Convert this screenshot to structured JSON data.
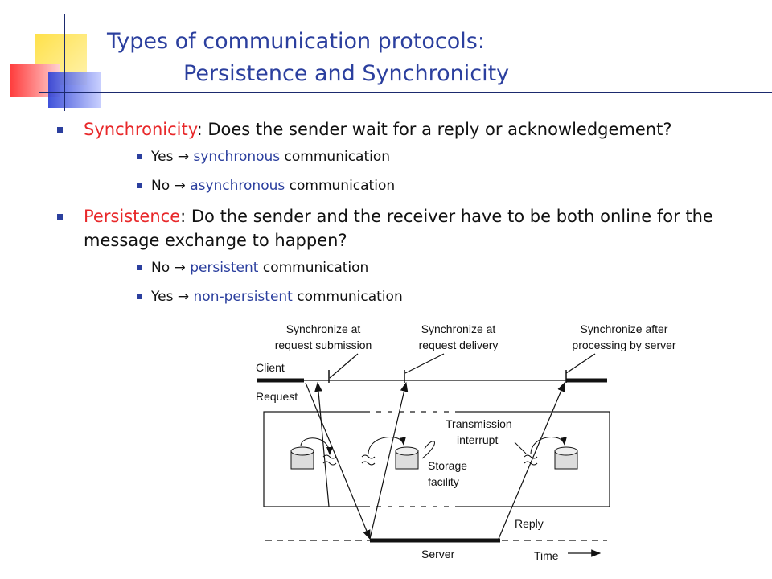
{
  "title": {
    "line1": "Types of communication protocols:",
    "line2": "Persistence and Synchronicity"
  },
  "bullets": {
    "sync": {
      "term": "Synchronicity",
      "rest": ": Does the sender wait for a reply or acknowledgement?",
      "items": [
        {
          "lead": "Yes ",
          "arrow": "→",
          "term": "synchronous",
          "tail": " communication"
        },
        {
          "lead": "No ",
          "arrow": "→",
          "term": "asynchronous",
          "tail": " communication"
        }
      ]
    },
    "persist": {
      "term": "Persistence",
      "rest": ": Do the sender and the receiver have to be both online for the message exchange to happen?",
      "items": [
        {
          "lead": "No ",
          "arrow": "→",
          "term": "persistent",
          "tail": " communication"
        },
        {
          "lead": "Yes ",
          "arrow": "→",
          "term": "non-persistent",
          "tail": " communication"
        }
      ]
    }
  },
  "diagram": {
    "sync_submission": [
      "Synchronize at",
      "request submission"
    ],
    "sync_delivery": [
      "Synchronize at",
      "request delivery"
    ],
    "sync_after": [
      "Synchronize after",
      "processing by server"
    ],
    "client": "Client",
    "request": "Request",
    "transmission": [
      "Transmission",
      "interrupt"
    ],
    "storage": [
      "Storage",
      "facility"
    ],
    "reply": "Reply",
    "server": "Server",
    "time": "Time"
  },
  "colors": {
    "title": "#2b3f9e",
    "term": "#e8282a",
    "subterm": "#2b3f9e"
  }
}
